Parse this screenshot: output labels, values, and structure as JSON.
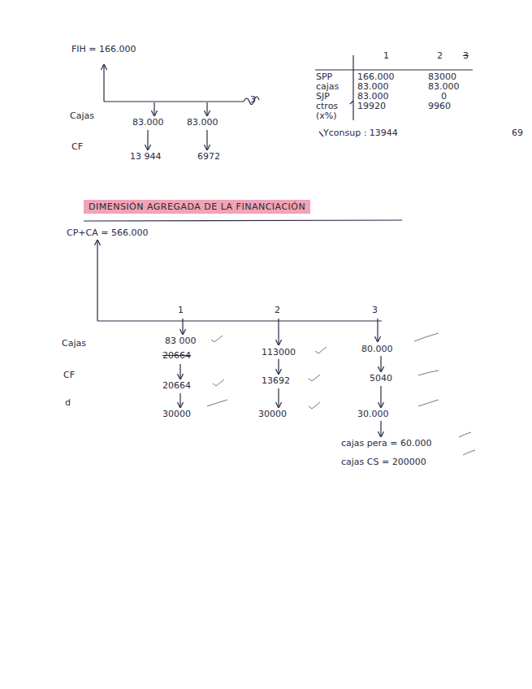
{
  "diagram": {
    "title": "DIMENSIÓN AGREGADA DE LA FINANCIACIÓN",
    "labels": [
      "FIH = 166.000",
      "Cajas",
      "83.000",
      "83.000",
      "3",
      "CF",
      "13 944",
      "6972",
      "1",
      "2",
      "3",
      "SPP",
      "166.000",
      "83000",
      "cajas",
      "83.000",
      "83.000",
      "SJP",
      "83.000",
      "0",
      "ctros",
      "(x%)",
      "19920",
      "9960",
      "Yconsup : 13944",
      "69",
      "CP+CA = 566.000",
      "1",
      "2",
      "3",
      "Cajas",
      "83 000",
      "20664",
      "113000",
      "80.000",
      "CF",
      "20664",
      "13692",
      "5040",
      "d",
      "30000",
      "30000",
      "30.000",
      "cajas pera = 60.000",
      "cajas CS = 200000"
    ]
  }
}
